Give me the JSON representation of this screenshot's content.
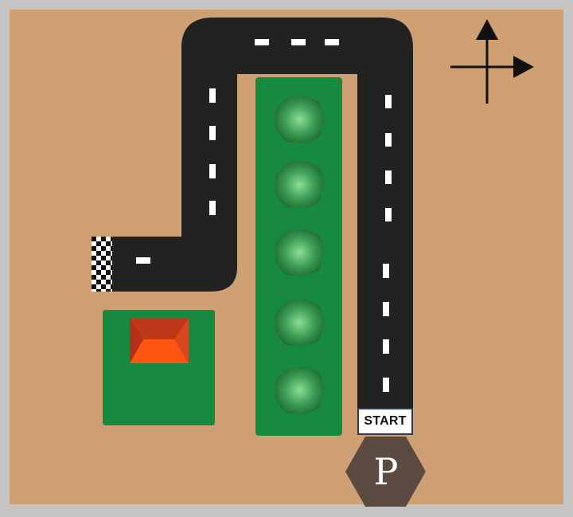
{
  "colors": {
    "frame": "#c4c4c4",
    "ground": "#cea074",
    "road": "#222222",
    "lane_marking": "#ffffff",
    "grass": "#178a40",
    "tree_dark": "#1f6b35",
    "tree_light": "#8fdc95",
    "roof_dark": "#c0381a",
    "roof_light": "#ff5512",
    "parking": "#5b4a3f",
    "arrow": "#111111"
  },
  "start": {
    "label": "START"
  },
  "parking": {
    "label": "P",
    "icon": "parking-hexagon-icon"
  },
  "finish": {
    "icon": "checkered-flag-icon"
  },
  "compass": {
    "icon": "direction-arrows-icon"
  },
  "trees": {
    "count": 5,
    "icon": "tree-icon"
  },
  "house": {
    "icon": "house-roof-icon"
  }
}
